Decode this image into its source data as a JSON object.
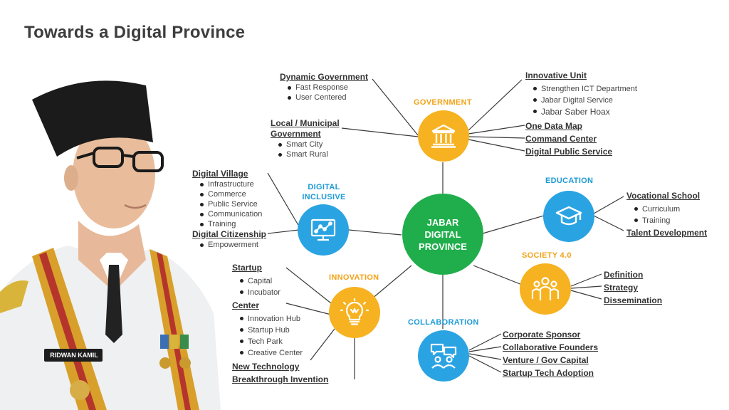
{
  "title": "Towards a Digital Province",
  "colors": {
    "hub": "#1fae4b",
    "government": "#f6b221",
    "education": "#2aa3e2",
    "society": "#f6b221",
    "collaboration": "#2aa3e2",
    "innovation": "#f6b221",
    "digital_inclusive": "#2aa3e2",
    "label_yellow": "#f2a31a",
    "label_blue": "#1c9ad6"
  },
  "hub": {
    "line1": "JABAR",
    "line2": "DIGITAL",
    "line3": "PROVINCE"
  },
  "nodes": {
    "government": {
      "label": "GOVERNMENT",
      "icon": "government-building-icon"
    },
    "education": {
      "label": "EDUCATION",
      "icon": "graduation-cap-icon"
    },
    "society": {
      "label": "SOCIETY 4.0",
      "icon": "people-group-icon"
    },
    "collaboration": {
      "label": "COLLABORATION",
      "icon": "chat-people-icon"
    },
    "innovation": {
      "label": "INNOVATION",
      "icon": "lightbulb-icon"
    },
    "digital_inclusive": {
      "line1": "DIGITAL",
      "line2": "INCLUSIVE",
      "icon": "monitor-chart-icon"
    }
  },
  "government": {
    "dynamic": {
      "title": "Dynamic Government",
      "items": [
        "Fast Response",
        "User Centered"
      ]
    },
    "local": {
      "title1": "Local / Municipal",
      "title2": "Government",
      "items": [
        "Smart City",
        "Smart Rural"
      ]
    },
    "innovative": {
      "title": "Innovative Unit",
      "items": [
        "Strengthen ICT Department",
        "Jabar Digital Service",
        "Jabar Saber Hoax"
      ]
    },
    "links": [
      "One Data Map",
      "Command Center",
      "Digital Public Service"
    ]
  },
  "education": {
    "vocational": {
      "title": "Vocational School",
      "items": [
        "Curriculum",
        "Training"
      ]
    },
    "talent": "Talent Development"
  },
  "society": {
    "links": [
      "Definition",
      "Strategy",
      "Dissemination"
    ]
  },
  "collaboration": {
    "links": [
      "Corporate Sponsor",
      "Collaborative Founders",
      "Venture / Gov Capital",
      "Startup Tech Adoption"
    ]
  },
  "innovation": {
    "startup": {
      "title": "Startup",
      "items": [
        "Capital",
        "Incubator"
      ]
    },
    "center": {
      "title": "Center",
      "items": [
        "Innovation Hub",
        "Startup Hub",
        "Tech Park",
        "Creative Center"
      ]
    },
    "links": [
      "New Technology",
      "Breakthrough Invention"
    ]
  },
  "digital_inclusive": {
    "village": {
      "title": "Digital Village",
      "items": [
        "Infrastructure",
        "Commerce",
        "Public Service",
        "Communication",
        "Training"
      ]
    },
    "citizenship": {
      "title": "Digital Citizenship",
      "items": [
        "Empowerment"
      ]
    }
  },
  "portrait": {
    "badge": "RIDWAN KAMIL"
  }
}
